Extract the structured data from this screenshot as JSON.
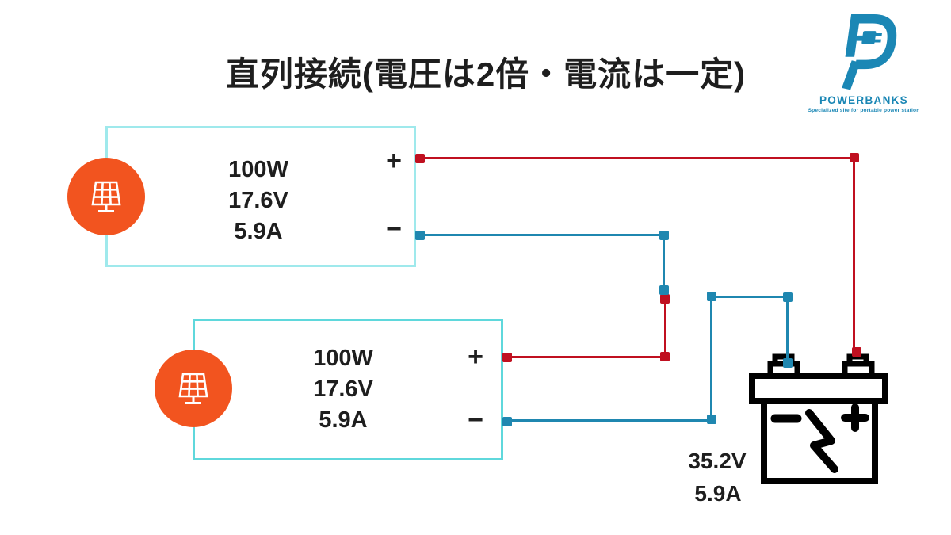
{
  "title": "直列接続(電圧は2倍・電流は一定)",
  "logo": {
    "brand": "POWERBANKS",
    "tagline": "Specialized site for portable power station"
  },
  "panels": [
    {
      "name": "solar-panel-1",
      "watt": "100W",
      "volt": "17.6V",
      "amp": "5.9A",
      "plus_label": "+",
      "minus_label": "−"
    },
    {
      "name": "solar-panel-2",
      "watt": "100W",
      "volt": "17.6V",
      "amp": "5.9A",
      "plus_label": "+",
      "minus_label": "−"
    }
  ],
  "battery": {
    "volt": "35.2V",
    "amp": "5.9A",
    "plus_symbol": "+",
    "minus_symbol": "−"
  },
  "connections": [
    {
      "from": "panel-1 plus",
      "to": "battery plus",
      "polarity": "positive",
      "wire": "red"
    },
    {
      "from": "panel-1 minus",
      "to": "panel-2 plus",
      "polarity": "series link",
      "wire": "blue-to-red"
    },
    {
      "from": "panel-2 minus",
      "to": "battery minus",
      "polarity": "negative",
      "wire": "blue"
    }
  ],
  "icons": {
    "panel_badge": "solar-panel-icon",
    "battery": "car-battery-icon",
    "logo": "p-with-plug-icon"
  },
  "colors": {
    "wire_positive": "#c01020",
    "wire_negative": "#1f87b0",
    "panel_border_1": "#9fe9ec",
    "panel_border_2": "#5fd8dc",
    "icon_circle": "#f2541f",
    "logo_teal": "#1b87b5",
    "text": "#1e1e1e"
  }
}
